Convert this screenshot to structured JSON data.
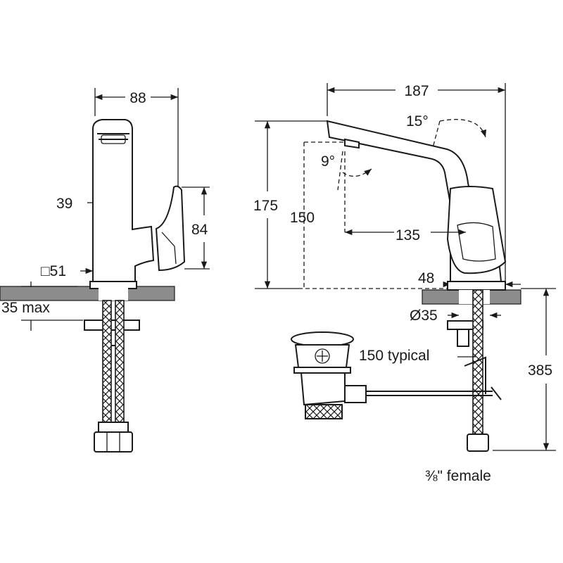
{
  "dimensions": {
    "width_side": "88",
    "lever_offset": "39",
    "lever_height": "84",
    "base_square": "□51",
    "deck_thickness": "35 max",
    "length": "187",
    "lever_angle": "15°",
    "spout_angle": "9°",
    "height_total": "175",
    "spout_height": "150",
    "spout_reach": "135",
    "base_height": "48",
    "hole_diameter": "Ø35",
    "waste_typical": "150 typical",
    "hose_length": "385",
    "connection": "⅜\" female"
  }
}
